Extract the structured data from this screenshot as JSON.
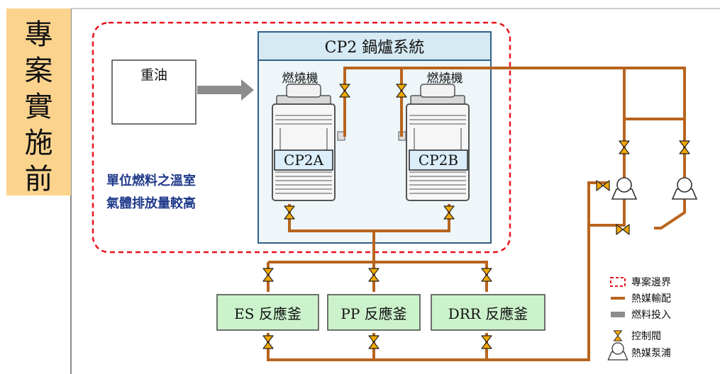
{
  "page_label": "專案實施前",
  "system_title": "CP2 鍋爐系統",
  "heavy_oil_label": "重油",
  "burner_a_label": "燃燒機",
  "burner_b_label": "燃燒機",
  "boiler_a_label": "CP2A",
  "boiler_b_label": "CP2B",
  "emission_note_line1": "單位燃料之溫室",
  "emission_note_line2": "氣體排放量較高",
  "reactors": [
    "ES 反應釜",
    "PP 反應釜",
    "DRR 反應釜"
  ],
  "legend": [
    {
      "icon": "dashed-red-box-icon",
      "label": "專案邊界"
    },
    {
      "icon": "brown-line-icon",
      "label": "熱媒輸配"
    },
    {
      "icon": "gray-bar-icon",
      "label": "燃料投入"
    },
    {
      "icon": "valve-icon",
      "label": "控制閥"
    },
    {
      "icon": "pump-icon",
      "label": "熱媒泵浦"
    }
  ],
  "colors": {
    "pipe": "#b8641e",
    "valve": "#f5a800",
    "boundary": "#e8141e",
    "system_box_fill": "#eef6f9",
    "system_header_fill": "#d6eaf3",
    "reactor_fill": "#ccf2cc",
    "title_bg": "#fbd38d",
    "note_text": "#1f3a8a"
  }
}
